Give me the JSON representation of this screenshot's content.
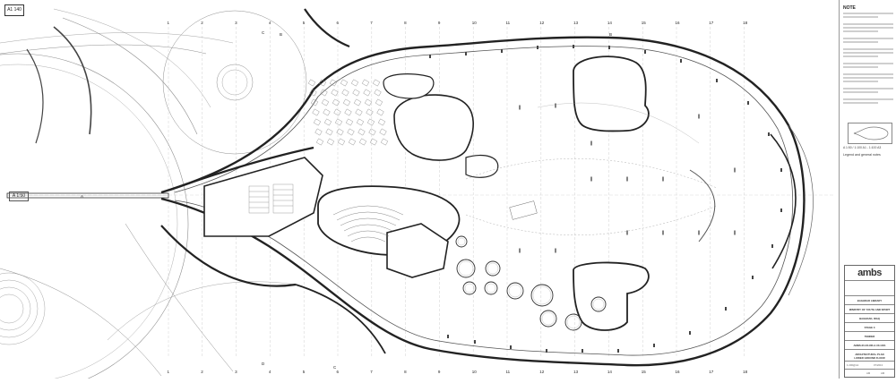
{
  "sheet": {
    "sheet_id": "A1 140",
    "scale_label": "A 1:50"
  },
  "grid": {
    "columns": [
      "1",
      "2",
      "3",
      "4",
      "5",
      "6",
      "7",
      "8",
      "9",
      "10",
      "11",
      "12",
      "13",
      "14",
      "15",
      "16",
      "17",
      "18"
    ],
    "section_marks": [
      "A",
      "A",
      "B",
      "B",
      "C",
      "C",
      "D",
      "D"
    ]
  },
  "titleblock": {
    "note_title": "NOTE",
    "scale_text": "A 1:50 / 1:100 A1 - 1:100 A3",
    "legend_text": "Legend and general notes",
    "logo": "ambs",
    "project": "BAGHDAD LIBRARY",
    "client": "MINISTRY OF YOUTH AND SPORT",
    "location": "BAGHDAD, IRAQ",
    "stage": "STAGE 3",
    "status": "TENDER",
    "drawing_no": "AMBS-00-XX-DR-A-00-1401",
    "title_1": "ARCHITECTURAL PLAN",
    "title_2": "LOWER GROUND FLOOR",
    "scale": "1:200@A1",
    "date": "07/2013",
    "drawn": "AM",
    "checked": "AM"
  },
  "colors": {
    "wall": "#222222",
    "thin": "#9a9a9a",
    "grid": "#b5b5b5",
    "hatch": "#555555"
  }
}
